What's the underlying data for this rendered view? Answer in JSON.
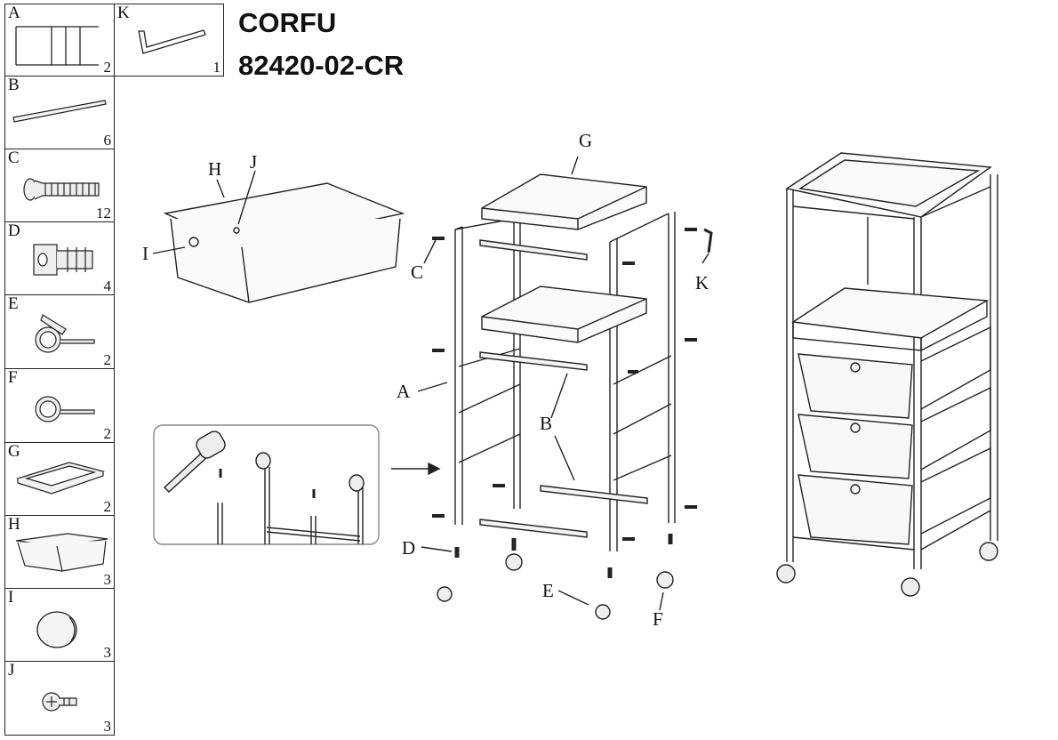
{
  "product": {
    "name": "CORFU",
    "code": "82420-02-CR"
  },
  "parts": [
    {
      "letter": "A",
      "qty": "2",
      "icon": "side-frame"
    },
    {
      "letter": "K",
      "qty": "1",
      "icon": "allen-key"
    },
    {
      "letter": "B",
      "qty": "6",
      "icon": "bar"
    },
    {
      "letter": "C",
      "qty": "12",
      "icon": "screw"
    },
    {
      "letter": "D",
      "qty": "4",
      "icon": "plug"
    },
    {
      "letter": "E",
      "qty": "2",
      "icon": "caster-brake"
    },
    {
      "letter": "F",
      "qty": "2",
      "icon": "caster"
    },
    {
      "letter": "G",
      "qty": "2",
      "icon": "tray"
    },
    {
      "letter": "H",
      "qty": "3",
      "icon": "drawer"
    },
    {
      "letter": "I",
      "qty": "3",
      "icon": "knob"
    },
    {
      "letter": "J",
      "qty": "3",
      "icon": "small-screw"
    }
  ],
  "callouts": {
    "h": "H",
    "j": "J",
    "i": "I",
    "g": "G",
    "c": "C",
    "k": "K",
    "a": "A",
    "b": "B",
    "d": "D",
    "e": "E",
    "f": "F"
  }
}
